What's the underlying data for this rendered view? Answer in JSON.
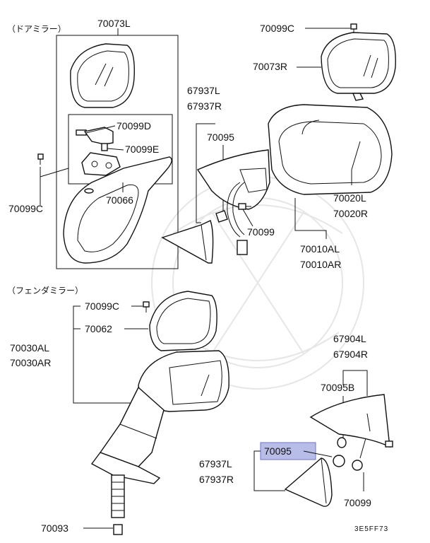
{
  "sections": {
    "door_mirror": "（ドアミラー）",
    "fender_mirror": "（フェンダミラー）"
  },
  "labels": {
    "p70073L": "70073L",
    "p70099C_left": "70099C",
    "p70099D": "70099D",
    "p70099E": "70099E",
    "p70066": "70066",
    "p70099C_top": "70099C",
    "p70073R": "70073R",
    "p67937L_top": "67937L",
    "p67937R_top": "67937R",
    "p70095_top": "70095",
    "p70099_top": "70099",
    "p70020L": "70020L",
    "p70020R": "70020R",
    "p70010AL": "70010AL",
    "p70010AR": "70010AR",
    "p70099C_mid": "70099C",
    "p70062": "70062",
    "p70030AL": "70030AL",
    "p70030AR": "70030AR",
    "p67904L": "67904L",
    "p67904R": "67904R",
    "p70095B": "70095B",
    "p70095_hl": "70095",
    "p67937L_bot": "67937L",
    "p67937R_bot": "67937R",
    "p70099_bot": "70099",
    "p70093": "70093"
  },
  "diagram_code": "3E5FF73",
  "highlight_color": "#b8bde8"
}
